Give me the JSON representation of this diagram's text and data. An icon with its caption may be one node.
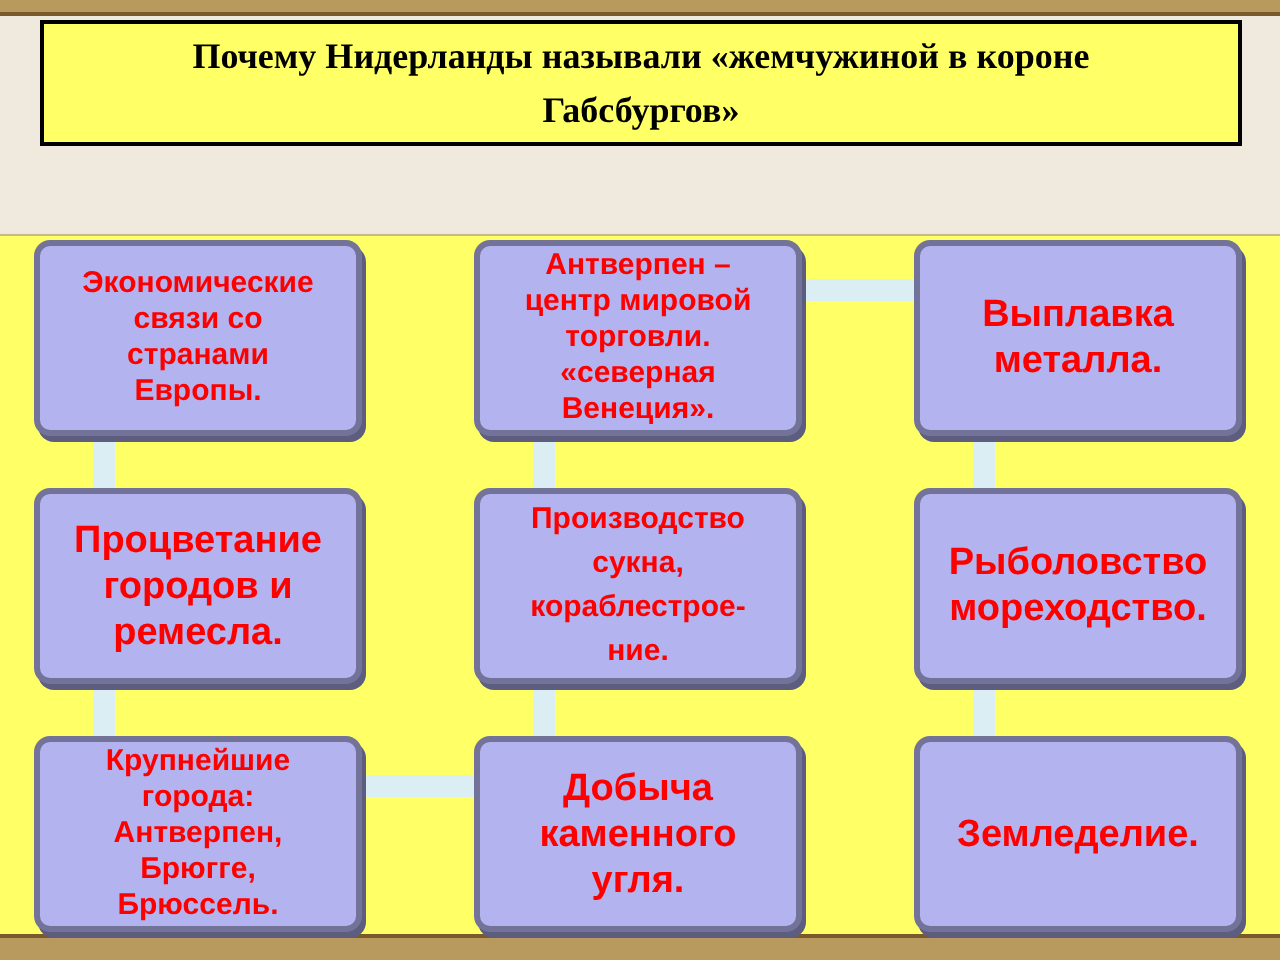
{
  "diagram": {
    "title": "Почему Нидерланды называли «жемчужиной в  короне Габсбургов»",
    "nodes": [
      {
        "text": [
          "Экономические связи со странами Европы."
        ]
      },
      {
        "text": [
          "Антверпен – центр мировой торговли. «северная Венеция»."
        ]
      },
      {
        "text": [
          "Выплавка металла."
        ]
      },
      {
        "text": [
          "Процветание городов и ремесла."
        ]
      },
      {
        "text": [
          "Производство сукна, кораблестрое- ние."
        ]
      },
      {
        "text": [
          "Рыболовство мореходство."
        ]
      },
      {
        "text": [
          "Крупнейшие города: Антверпен, Брюгге, Брюссель."
        ]
      },
      {
        "text": [
          "Добыча каменного угля."
        ]
      },
      {
        "text": [
          "Земледелие."
        ]
      }
    ],
    "edges": [
      {
        "from": 0,
        "to": 3,
        "arrow": "none"
      },
      {
        "from": 3,
        "to": 6,
        "arrow": "none"
      },
      {
        "from": 6,
        "to": 7,
        "arrow": "none"
      },
      {
        "from": 7,
        "to": 4,
        "arrow": "none"
      },
      {
        "from": 4,
        "to": 1,
        "arrow": "none"
      },
      {
        "from": 1,
        "to": 2,
        "arrow": "none"
      },
      {
        "from": 2,
        "to": 5,
        "arrow": "none"
      },
      {
        "from": 5,
        "to": 8,
        "arrow": "none"
      }
    ]
  }
}
